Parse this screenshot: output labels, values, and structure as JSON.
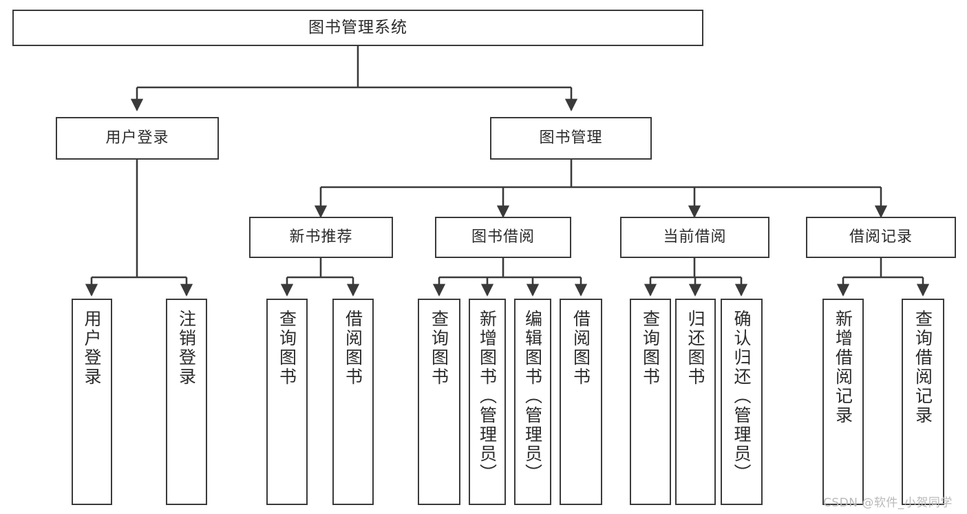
{
  "diagram": {
    "title": "图书管理系统",
    "type": "tree-hierarchy",
    "root": {
      "label": "图书管理系统"
    },
    "level2": [
      {
        "label": "用户登录"
      },
      {
        "label": "图书管理"
      }
    ],
    "level3": [
      {
        "label": "新书推荐"
      },
      {
        "label": "图书借阅"
      },
      {
        "label": "当前借阅"
      },
      {
        "label": "借阅记录"
      }
    ],
    "leaves": {
      "user_login": [
        {
          "label": "用户登录"
        },
        {
          "label": "注销登录"
        }
      ],
      "new_book_recommend": [
        {
          "label": "查询图书"
        },
        {
          "label": "借阅图书"
        }
      ],
      "book_borrow": [
        {
          "label": "查询图书"
        },
        {
          "label": "新增图书（管理员）"
        },
        {
          "label": "编辑图书（管理员）"
        },
        {
          "label": "借阅图书"
        }
      ],
      "current_borrow": [
        {
          "label": "查询图书"
        },
        {
          "label": "归还图书"
        },
        {
          "label": "确认归还（管理员）"
        }
      ],
      "borrow_record": [
        {
          "label": "新增借阅记录"
        },
        {
          "label": "查询借阅记录"
        }
      ]
    }
  },
  "watermark": {
    "text": "CSDN @软件_小贺同学"
  },
  "colors": {
    "box_border": "#3a3a3a",
    "connector": "#3a3a3a",
    "text": "#2b2b2b",
    "background": "#ffffff",
    "watermark": "#b9b9b9"
  }
}
